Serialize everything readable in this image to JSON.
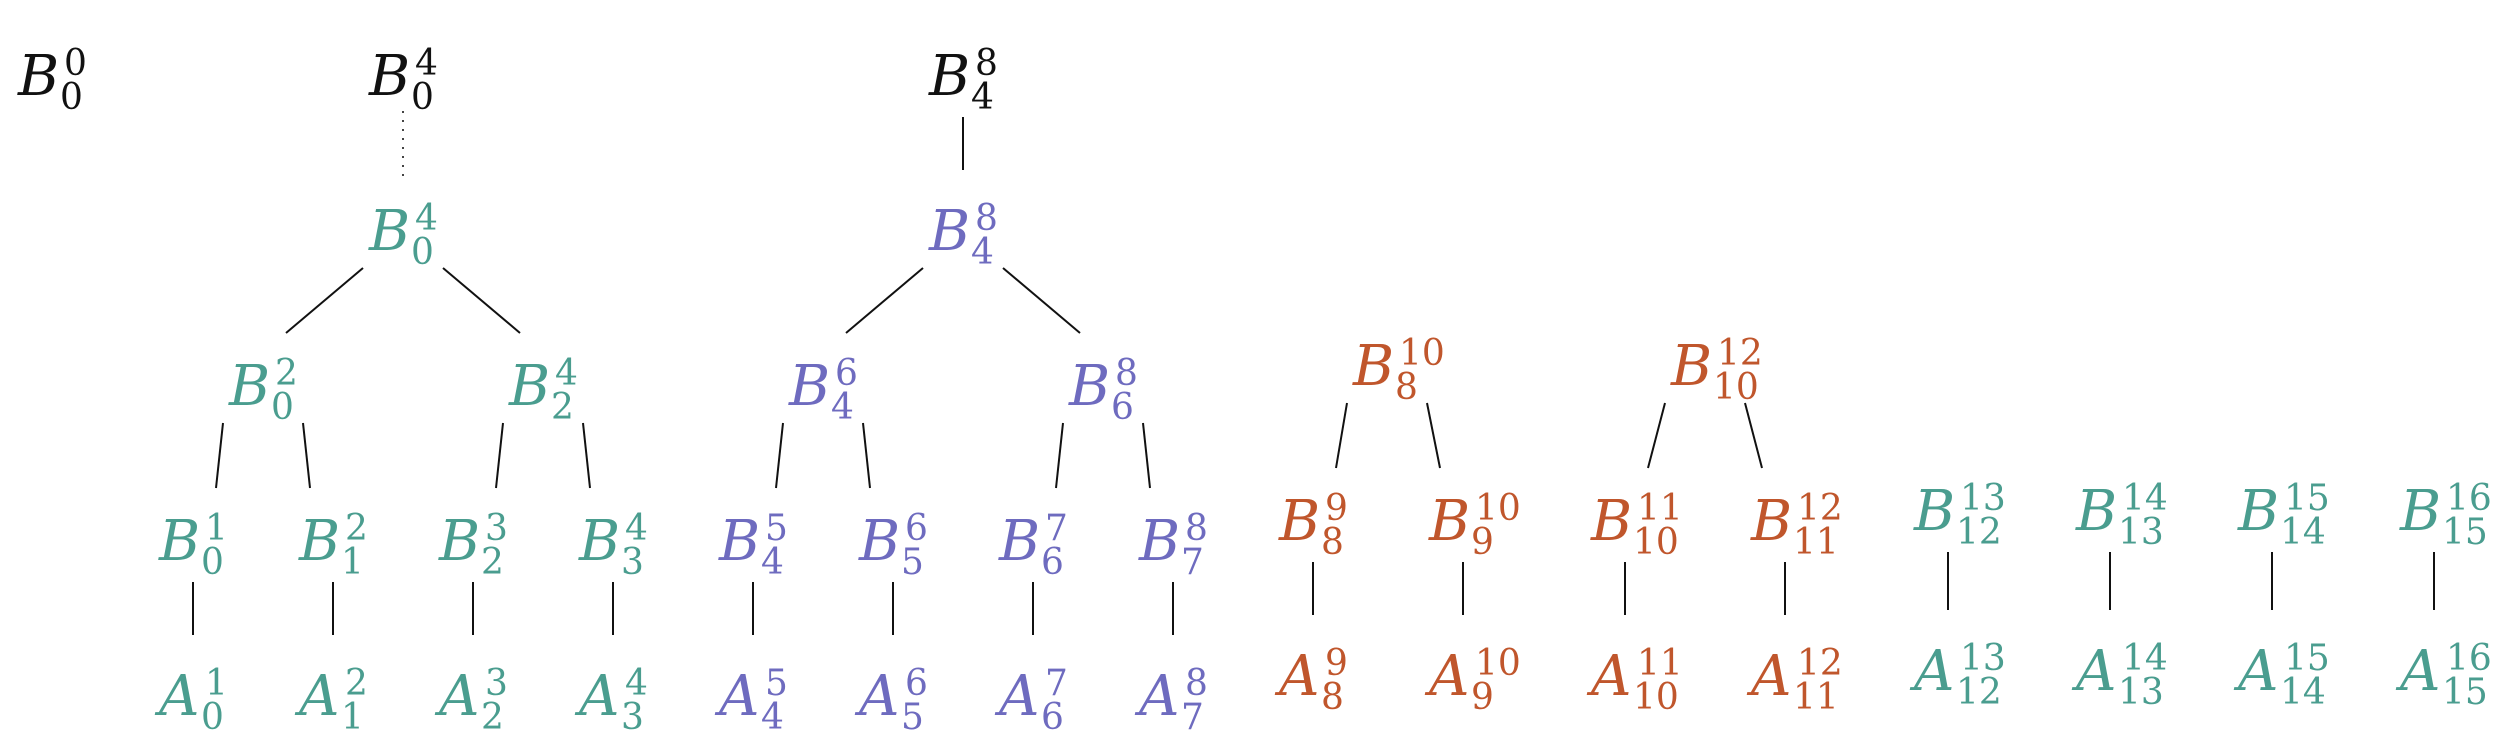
{
  "colors": {
    "black": "#111111",
    "teal": "#4a9d8f",
    "purple": "#6e6bbf",
    "orange": "#c0562c"
  },
  "nodes": [
    {
      "id": "b0_0",
      "base": "B",
      "sup": "0",
      "sub": "0",
      "color": "black"
    },
    {
      "id": "b0_4_top",
      "base": "B",
      "sup": "4",
      "sub": "0",
      "color": "black"
    },
    {
      "id": "b4_8_top",
      "base": "B",
      "sup": "8",
      "sub": "4",
      "color": "black"
    },
    {
      "id": "b0_4",
      "base": "B",
      "sup": "4",
      "sub": "0",
      "color": "teal"
    },
    {
      "id": "b4_8",
      "base": "B",
      "sup": "8",
      "sub": "4",
      "color": "purple"
    },
    {
      "id": "b0_2",
      "base": "B",
      "sup": "2",
      "sub": "0",
      "color": "teal"
    },
    {
      "id": "b2_4",
      "base": "B",
      "sup": "4",
      "sub": "2",
      "color": "teal"
    },
    {
      "id": "b4_6",
      "base": "B",
      "sup": "6",
      "sub": "4",
      "color": "purple"
    },
    {
      "id": "b6_8",
      "base": "B",
      "sup": "8",
      "sub": "6",
      "color": "purple"
    },
    {
      "id": "b8_10",
      "base": "B",
      "sup": "10",
      "sub": "8",
      "color": "orange"
    },
    {
      "id": "b10_12",
      "base": "B",
      "sup": "12",
      "sub": "10",
      "color": "orange"
    },
    {
      "id": "b0_1",
      "base": "B",
      "sup": "1",
      "sub": "0",
      "color": "teal"
    },
    {
      "id": "b1_2",
      "base": "B",
      "sup": "2",
      "sub": "1",
      "color": "teal"
    },
    {
      "id": "b2_3",
      "base": "B",
      "sup": "3",
      "sub": "2",
      "color": "teal"
    },
    {
      "id": "b3_4",
      "base": "B",
      "sup": "4",
      "sub": "3",
      "color": "teal"
    },
    {
      "id": "b4_5",
      "base": "B",
      "sup": "5",
      "sub": "4",
      "color": "purple"
    },
    {
      "id": "b5_6",
      "base": "B",
      "sup": "6",
      "sub": "5",
      "color": "purple"
    },
    {
      "id": "b6_7",
      "base": "B",
      "sup": "7",
      "sub": "6",
      "color": "purple"
    },
    {
      "id": "b7_8",
      "base": "B",
      "sup": "8",
      "sub": "7",
      "color": "purple"
    },
    {
      "id": "b8_9",
      "base": "B",
      "sup": "9",
      "sub": "8",
      "color": "orange"
    },
    {
      "id": "b9_10",
      "base": "B",
      "sup": "10",
      "sub": "9",
      "color": "orange"
    },
    {
      "id": "b10_11",
      "base": "B",
      "sup": "11",
      "sub": "10",
      "color": "orange"
    },
    {
      "id": "b11_12",
      "base": "B",
      "sup": "12",
      "sub": "11",
      "color": "orange"
    },
    {
      "id": "b12_13",
      "base": "B",
      "sup": "13",
      "sub": "12",
      "color": "teal"
    },
    {
      "id": "b13_14",
      "base": "B",
      "sup": "14",
      "sub": "13",
      "color": "teal"
    },
    {
      "id": "b14_15",
      "base": "B",
      "sup": "15",
      "sub": "14",
      "color": "teal"
    },
    {
      "id": "b15_16",
      "base": "B",
      "sup": "16",
      "sub": "15",
      "color": "teal"
    },
    {
      "id": "a0_1",
      "base": "A",
      "sup": "1",
      "sub": "0",
      "color": "teal"
    },
    {
      "id": "a1_2",
      "base": "A",
      "sup": "2",
      "sub": "1",
      "color": "teal"
    },
    {
      "id": "a2_3",
      "base": "A",
      "sup": "3",
      "sub": "2",
      "color": "teal"
    },
    {
      "id": "a3_4",
      "base": "A",
      "sup": "4",
      "sub": "3",
      "color": "teal"
    },
    {
      "id": "a4_5",
      "base": "A",
      "sup": "5",
      "sub": "4",
      "color": "purple"
    },
    {
      "id": "a5_6",
      "base": "A",
      "sup": "6",
      "sub": "5",
      "color": "purple"
    },
    {
      "id": "a6_7",
      "base": "A",
      "sup": "7",
      "sub": "6",
      "color": "purple"
    },
    {
      "id": "a7_8",
      "base": "A",
      "sup": "8",
      "sub": "7",
      "color": "purple"
    },
    {
      "id": "a8_9",
      "base": "A",
      "sup": "9",
      "sub": "8",
      "color": "orange"
    },
    {
      "id": "a9_10",
      "base": "A",
      "sup": "10",
      "sub": "9",
      "color": "orange"
    },
    {
      "id": "a10_11",
      "base": "A",
      "sup": "11",
      "sub": "10",
      "color": "orange"
    },
    {
      "id": "a11_12",
      "base": "A",
      "sup": "12",
      "sub": "11",
      "color": "orange"
    },
    {
      "id": "a12_13",
      "base": "A",
      "sup": "13",
      "sub": "12",
      "color": "teal"
    },
    {
      "id": "a13_14",
      "base": "A",
      "sup": "14",
      "sub": "13",
      "color": "teal"
    },
    {
      "id": "a14_15",
      "base": "A",
      "sup": "15",
      "sub": "14",
      "color": "teal"
    },
    {
      "id": "a15_16",
      "base": "A",
      "sup": "16",
      "sub": "15",
      "color": "teal"
    }
  ],
  "edges": [
    {
      "from": "b0_4_top",
      "to": "b0_4",
      "style": "dotted"
    },
    {
      "from": "b4_8_top",
      "to": "b4_8",
      "style": "solid"
    },
    {
      "from": "b0_4",
      "to": "b0_2",
      "style": "solid"
    },
    {
      "from": "b0_4",
      "to": "b2_4",
      "style": "solid"
    },
    {
      "from": "b4_8",
      "to": "b4_6",
      "style": "solid"
    },
    {
      "from": "b4_8",
      "to": "b6_8",
      "style": "solid"
    },
    {
      "from": "b0_2",
      "to": "b0_1",
      "style": "solid"
    },
    {
      "from": "b0_2",
      "to": "b1_2",
      "style": "solid"
    },
    {
      "from": "b2_4",
      "to": "b2_3",
      "style": "solid"
    },
    {
      "from": "b2_4",
      "to": "b3_4",
      "style": "solid"
    },
    {
      "from": "b4_6",
      "to": "b4_5",
      "style": "solid"
    },
    {
      "from": "b4_6",
      "to": "b5_6",
      "style": "solid"
    },
    {
      "from": "b6_8",
      "to": "b6_7",
      "style": "solid"
    },
    {
      "from": "b6_8",
      "to": "b7_8",
      "style": "solid"
    },
    {
      "from": "b8_10",
      "to": "b8_9",
      "style": "solid"
    },
    {
      "from": "b8_10",
      "to": "b9_10",
      "style": "solid"
    },
    {
      "from": "b10_12",
      "to": "b10_11",
      "style": "solid"
    },
    {
      "from": "b10_12",
      "to": "b11_12",
      "style": "solid"
    },
    {
      "from": "b0_1",
      "to": "a0_1",
      "style": "solid"
    },
    {
      "from": "b1_2",
      "to": "a1_2",
      "style": "solid"
    },
    {
      "from": "b2_3",
      "to": "a2_3",
      "style": "solid"
    },
    {
      "from": "b3_4",
      "to": "a3_4",
      "style": "solid"
    },
    {
      "from": "b4_5",
      "to": "a4_5",
      "style": "solid"
    },
    {
      "from": "b5_6",
      "to": "a5_6",
      "style": "solid"
    },
    {
      "from": "b6_7",
      "to": "a6_7",
      "style": "solid"
    },
    {
      "from": "b7_8",
      "to": "a7_8",
      "style": "solid"
    },
    {
      "from": "b8_9",
      "to": "a8_9",
      "style": "solid"
    },
    {
      "from": "b9_10",
      "to": "a9_10",
      "style": "solid"
    },
    {
      "from": "b10_11",
      "to": "a10_11",
      "style": "solid"
    },
    {
      "from": "b11_12",
      "to": "a11_12",
      "style": "solid"
    },
    {
      "from": "b12_13",
      "to": "a12_13",
      "style": "solid"
    },
    {
      "from": "b13_14",
      "to": "a13_14",
      "style": "solid"
    },
    {
      "from": "b14_15",
      "to": "a14_15",
      "style": "solid"
    },
    {
      "from": "b15_16",
      "to": "a15_16",
      "style": "solid"
    }
  ]
}
